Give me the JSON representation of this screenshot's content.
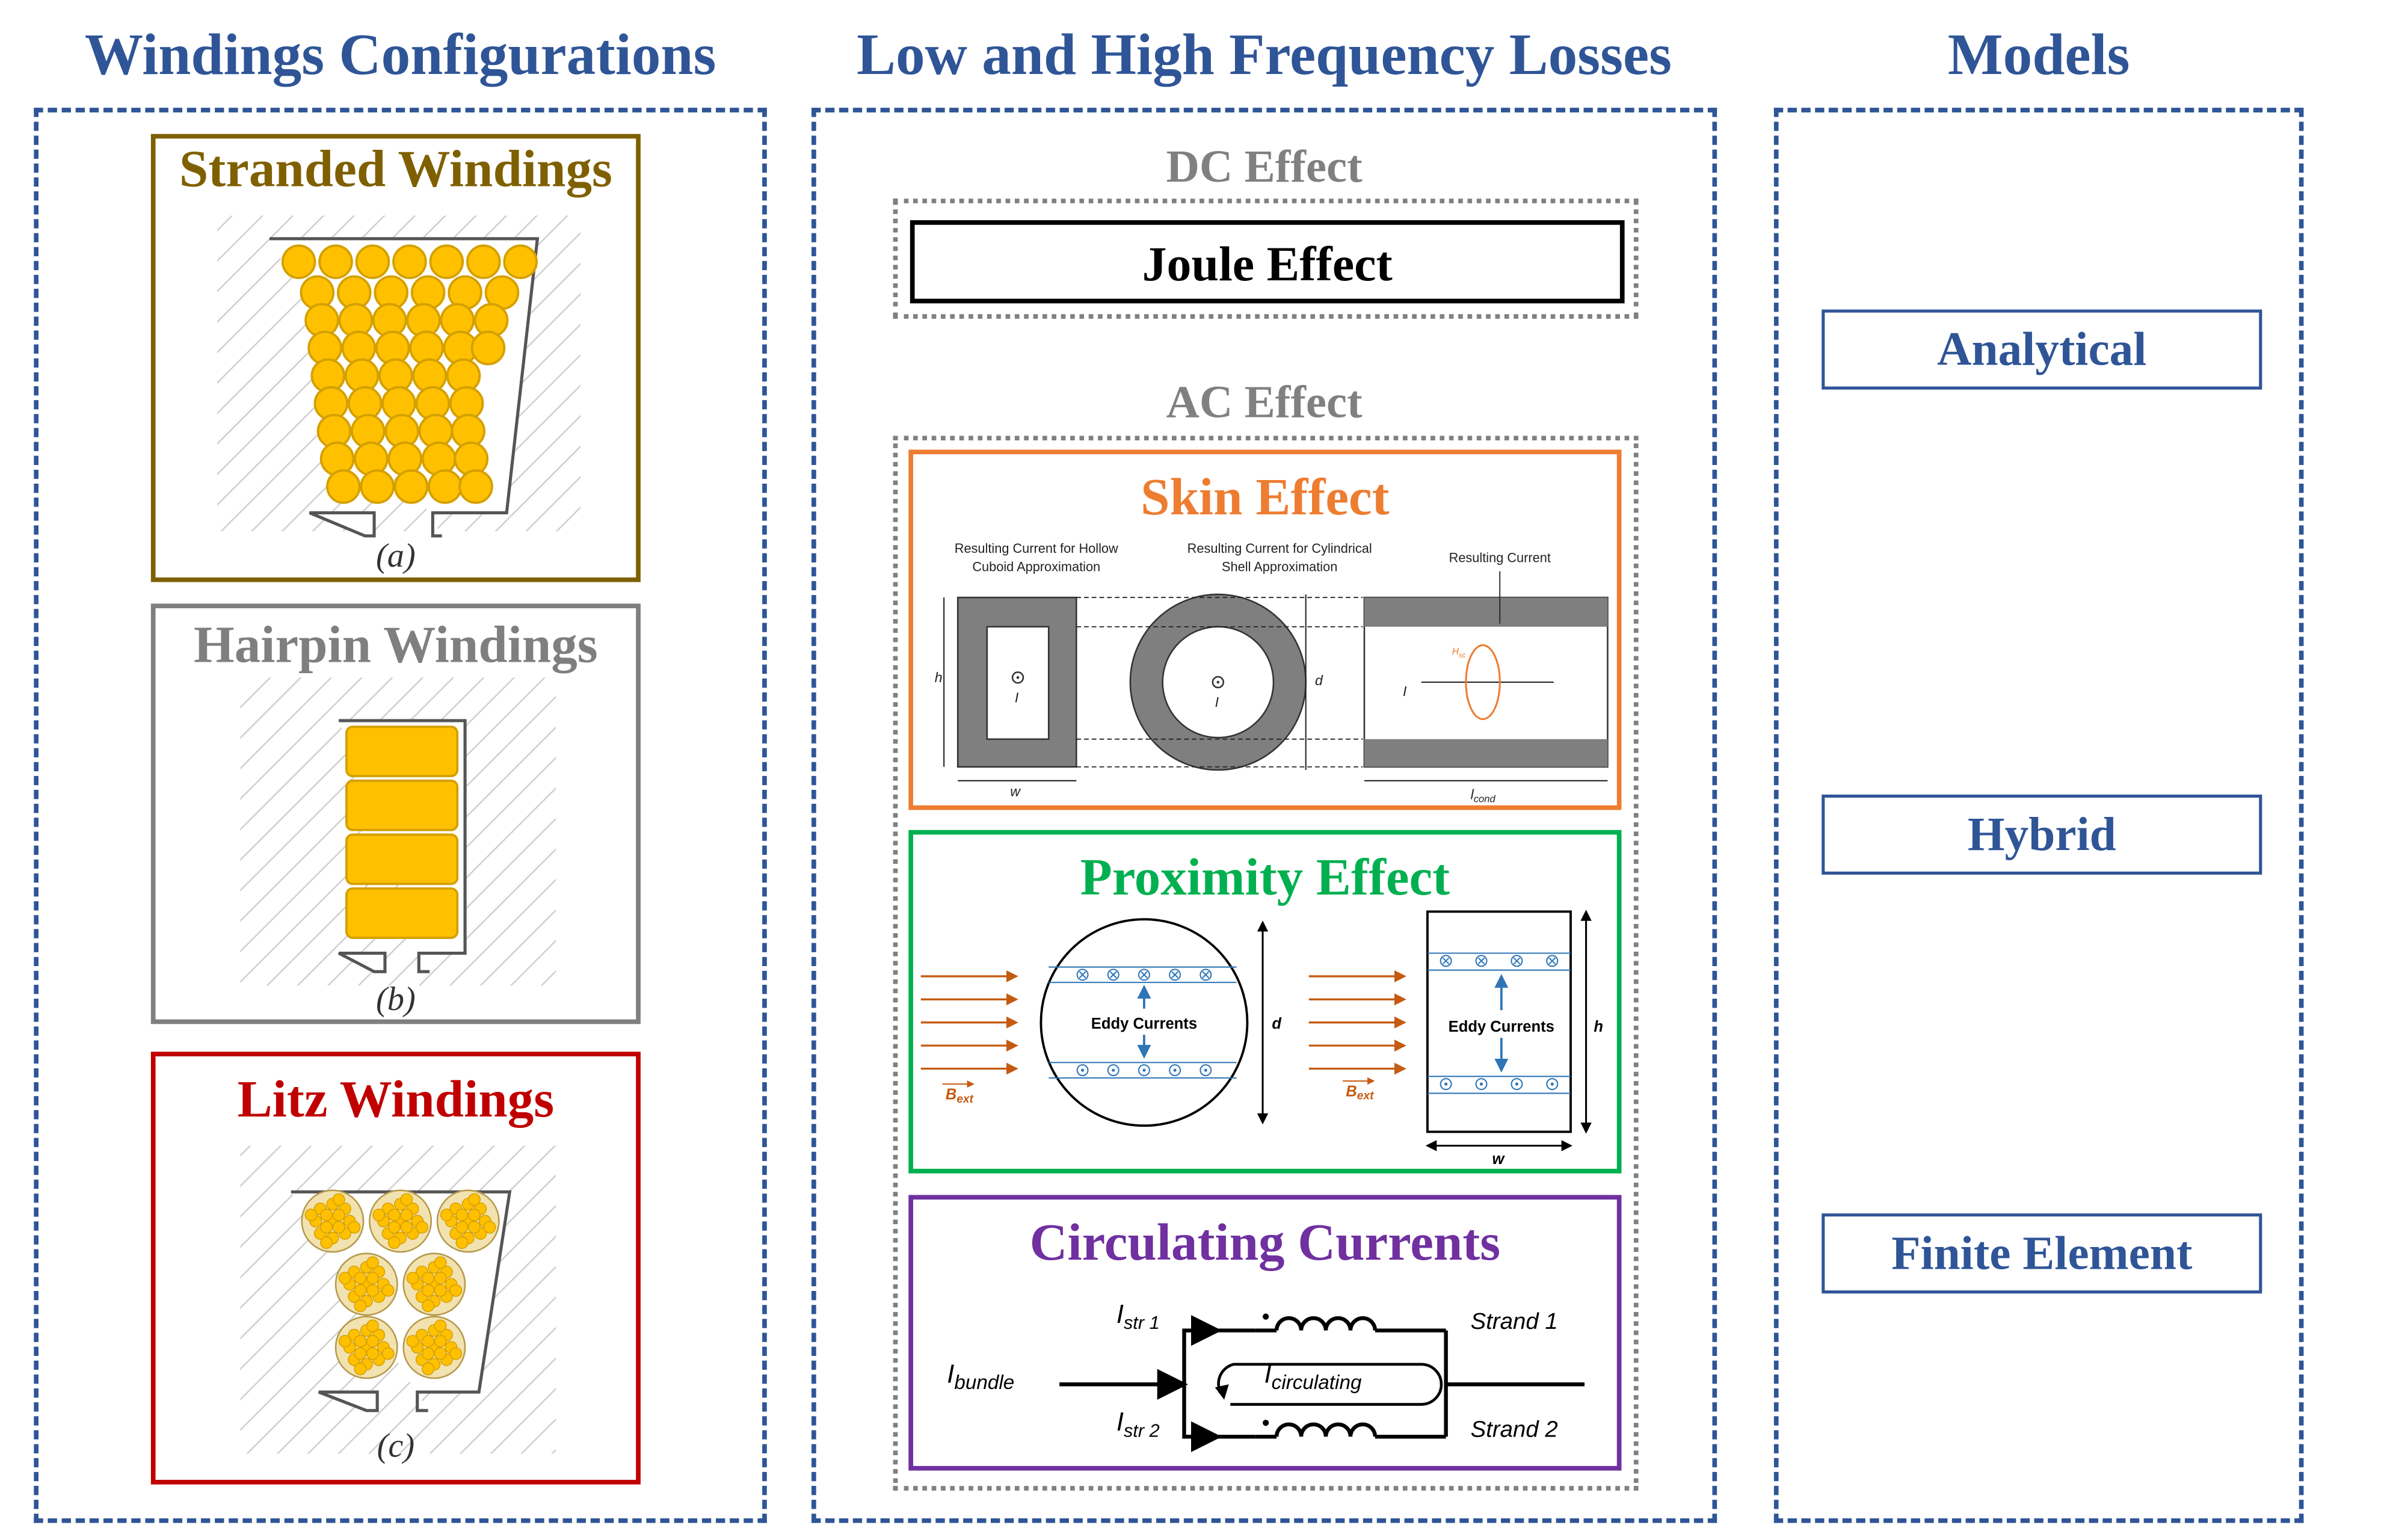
{
  "columns": {
    "windings": "Windings Configurations",
    "losses": "Low and High Frequency Losses",
    "models": "Models"
  },
  "windings": {
    "stranded": {
      "title": "Stranded Windings",
      "caption": "(a)",
      "color": "#7f6000"
    },
    "hairpin": {
      "title": "Hairpin Windings",
      "caption": "(b)",
      "color": "#7f7f7f"
    },
    "litz": {
      "title": "Litz Windings",
      "caption": "(c)",
      "color": "#c00000"
    }
  },
  "losses": {
    "dc_label": "DC Effect",
    "joule": "Joule Effect",
    "ac_label": "AC Effect",
    "skin": {
      "title": "Skin Effect",
      "color": "#ed7d31",
      "hollow_line1": "Resulting Current for Hollow",
      "hollow_line2": "Cuboid Approximation",
      "shell_line1": "Resulting Current for Cylindrical",
      "shell_line2": "Shell Approximation",
      "resulting": "Resulting Current",
      "h": "h",
      "w": "w",
      "d": "d",
      "I": "I",
      "lcond": "l",
      "lcond_sub": "cond",
      "hsc": "H",
      "hsc_sub": "sc"
    },
    "proximity": {
      "title": "Proximity Effect",
      "color": "#00b050",
      "eddy": "Eddy Currents",
      "bext": "B",
      "bext_sub": "ext",
      "d": "d",
      "h": "h",
      "w": "w"
    },
    "circulating": {
      "title": "Circulating Currents",
      "color": "#7030a0",
      "i_str1": "I",
      "i_str1_sub": "str 1",
      "i_str2": "I",
      "i_str2_sub": "str 2",
      "i_bundle": "I",
      "i_bundle_sub": "bundle",
      "i_circ": "I",
      "i_circ_sub": "circulating",
      "strand1": "Strand 1",
      "strand2": "Strand 2"
    }
  },
  "models": {
    "analytical": "Analytical",
    "hybrid": "Hybrid",
    "fem": "Finite Element"
  },
  "colors": {
    "accent": "#2f5597",
    "gold": "#ffc000",
    "copper_edge": "#d4a000"
  }
}
